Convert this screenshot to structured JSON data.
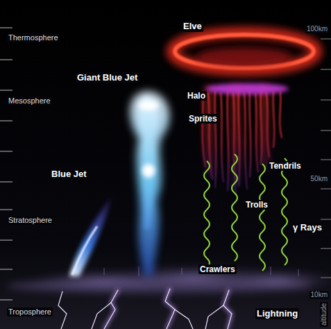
{
  "diagram": {
    "labels": [
      "Thermosphere",
      "Elve",
      "100km",
      "Giant Blue Jet",
      "Halo",
      "Mesosphere",
      "Sprites",
      "Tendrils",
      "Blue Jet",
      "50km",
      "Trolls",
      "Stratosphere",
      "γ Rays",
      "Crawlers",
      "10km",
      "Troposphere",
      "Lightning",
      "altitude"
    ]
  }
}
